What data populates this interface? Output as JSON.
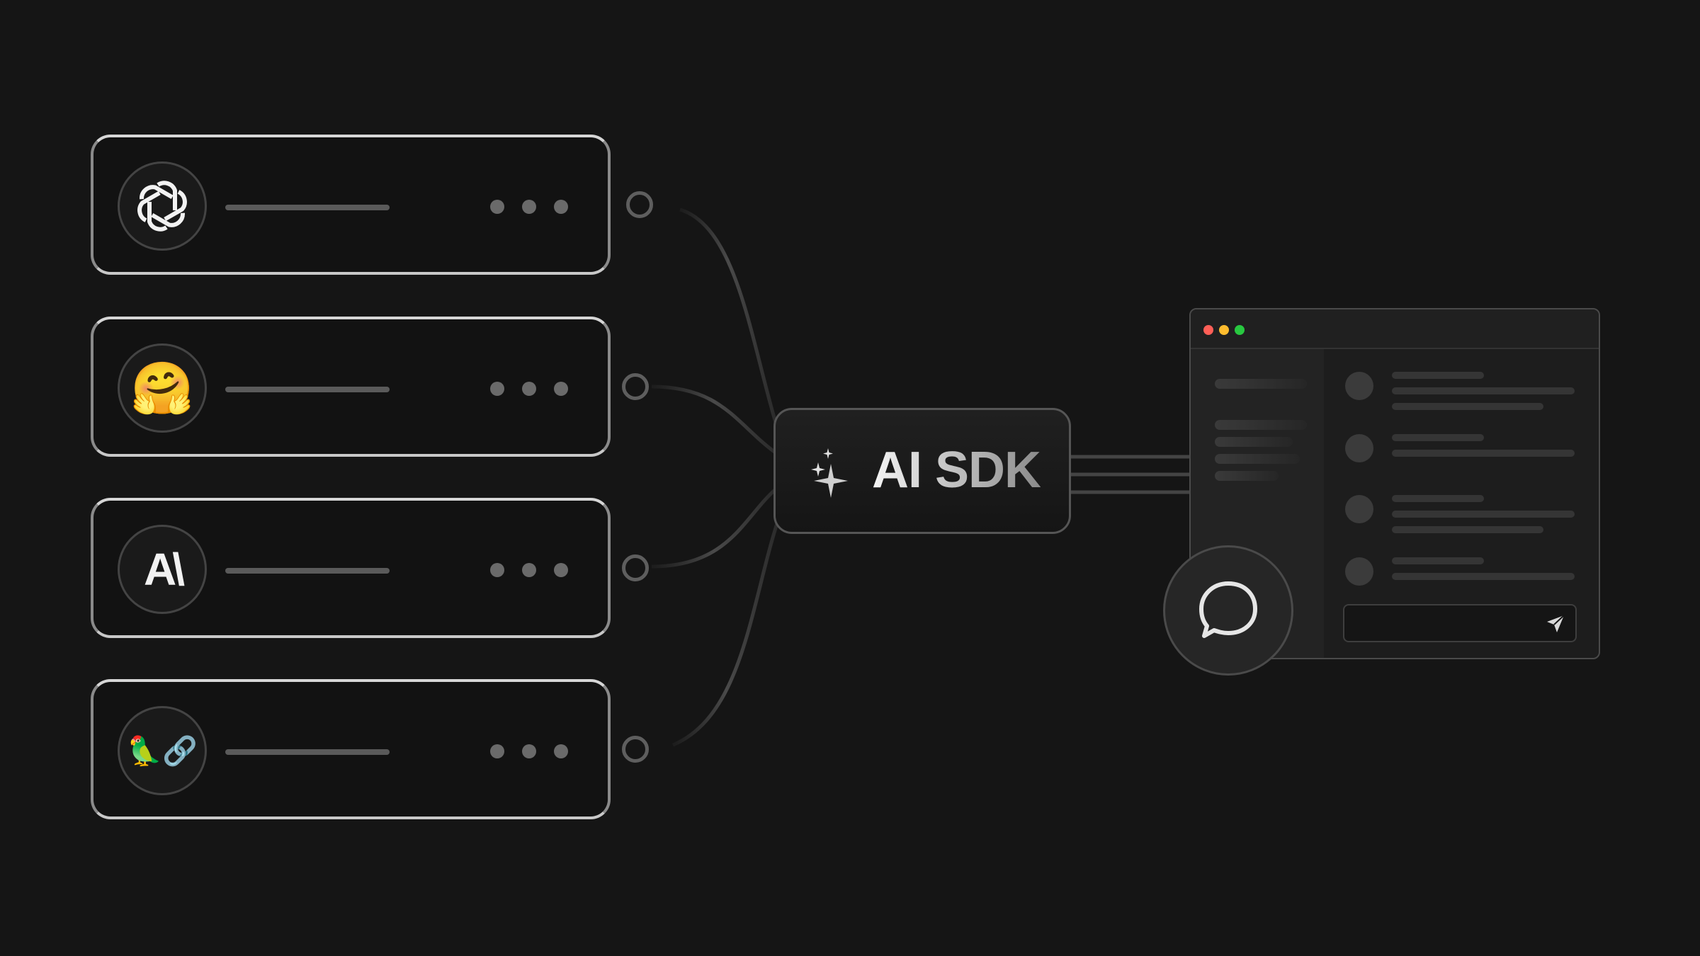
{
  "providers": [
    {
      "name": "OpenAI",
      "icon": "openai-logo-icon"
    },
    {
      "name": "Hugging Face",
      "icon": "hugging-face-emoji-icon",
      "glyph": "🤗"
    },
    {
      "name": "Anthropic",
      "icon": "anthropic-logo-icon",
      "glyph": "A\\"
    },
    {
      "name": "LangChain",
      "icon": "langchain-logo-icon",
      "glyph": "🦜🔗"
    }
  ],
  "sdk": {
    "title": "AI SDK",
    "icon": "sparkles-icon"
  },
  "app_window": {
    "traffic_lights": [
      "#ff5f57",
      "#febc2e",
      "#28c840"
    ],
    "send_icon": "send-icon"
  },
  "chat_bubble": {
    "icon": "chat-bubble-icon"
  },
  "colors": {
    "background": "#151515",
    "card_border": "#c8c8c8",
    "connector": "#3a3a3a"
  }
}
